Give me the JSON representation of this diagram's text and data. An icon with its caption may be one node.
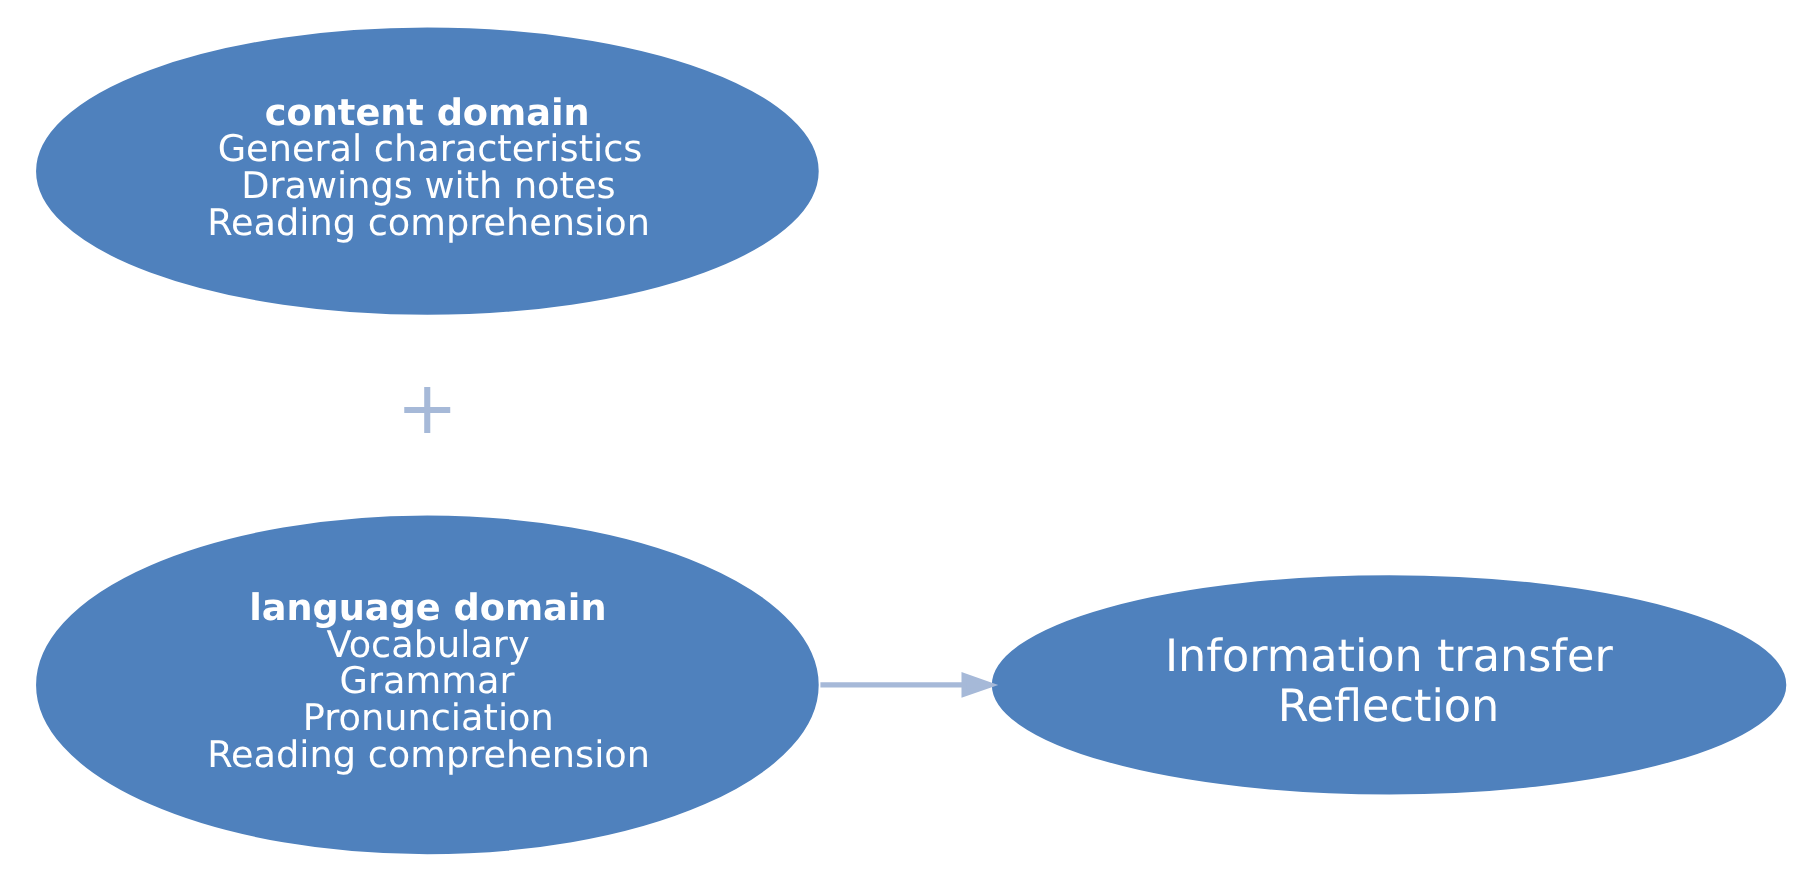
{
  "diagram": {
    "nodes": [
      {
        "text": [
          "content domain",
          "General characteristics",
          "Drawings with notes",
          "Reading comprehension"
        ]
      },
      {
        "text": [
          "language domain",
          "Vocabulary",
          "Grammar",
          "Pronunciation",
          "Reading comprehension"
        ]
      },
      {
        "text": [
          "Information transfer",
          "Reflection"
        ]
      }
    ],
    "edges": [
      {
        "from": 1,
        "to": 2,
        "arrow": "to"
      }
    ],
    "labels": [
      "+"
    ]
  }
}
